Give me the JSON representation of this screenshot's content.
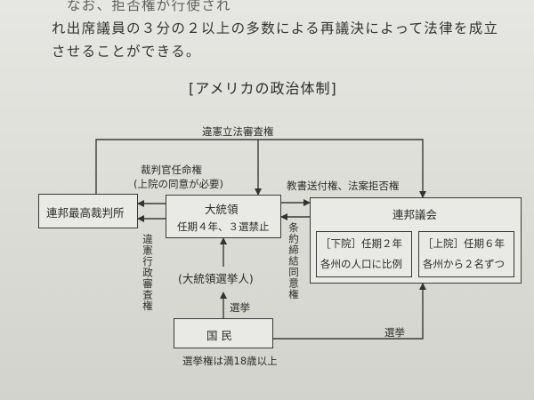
{
  "page_text": {
    "line0": "なお、拒否権が行使され",
    "line1": "れ出席議員の３分の２以上の多数による再議決によって法律を成立",
    "line2": "させることができる。"
  },
  "diagram": {
    "title": "[アメリカの政治体制]",
    "nodes": {
      "supreme_court": "連邦最高裁判所",
      "president": {
        "title": "大統領",
        "detail": "任期４年、３選禁止"
      },
      "congress": {
        "title": "連邦議会",
        "lower": {
          "line1": "［下院］任期２年",
          "line2": "各州の人口に比例"
        },
        "upper": {
          "line1": "［上院］任期６年",
          "line2": "各州から２名ずつ"
        }
      },
      "electors": "(大統領選挙人)",
      "people": "国 民"
    },
    "edges": {
      "judicial_review_legislation": "違憲立法審査権",
      "judge_appointment": {
        "line1": "裁判官任命権",
        "line2": "(上院の同意が必要)"
      },
      "message_veto": "教書送付権、法案拒否権",
      "judicial_review_admin": "違憲行政審査権",
      "treaty_consent": "条約締結同意権",
      "election_electors": "選挙",
      "election_congress": "選挙",
      "suffrage_note": "選挙権は満18歳以上"
    }
  }
}
